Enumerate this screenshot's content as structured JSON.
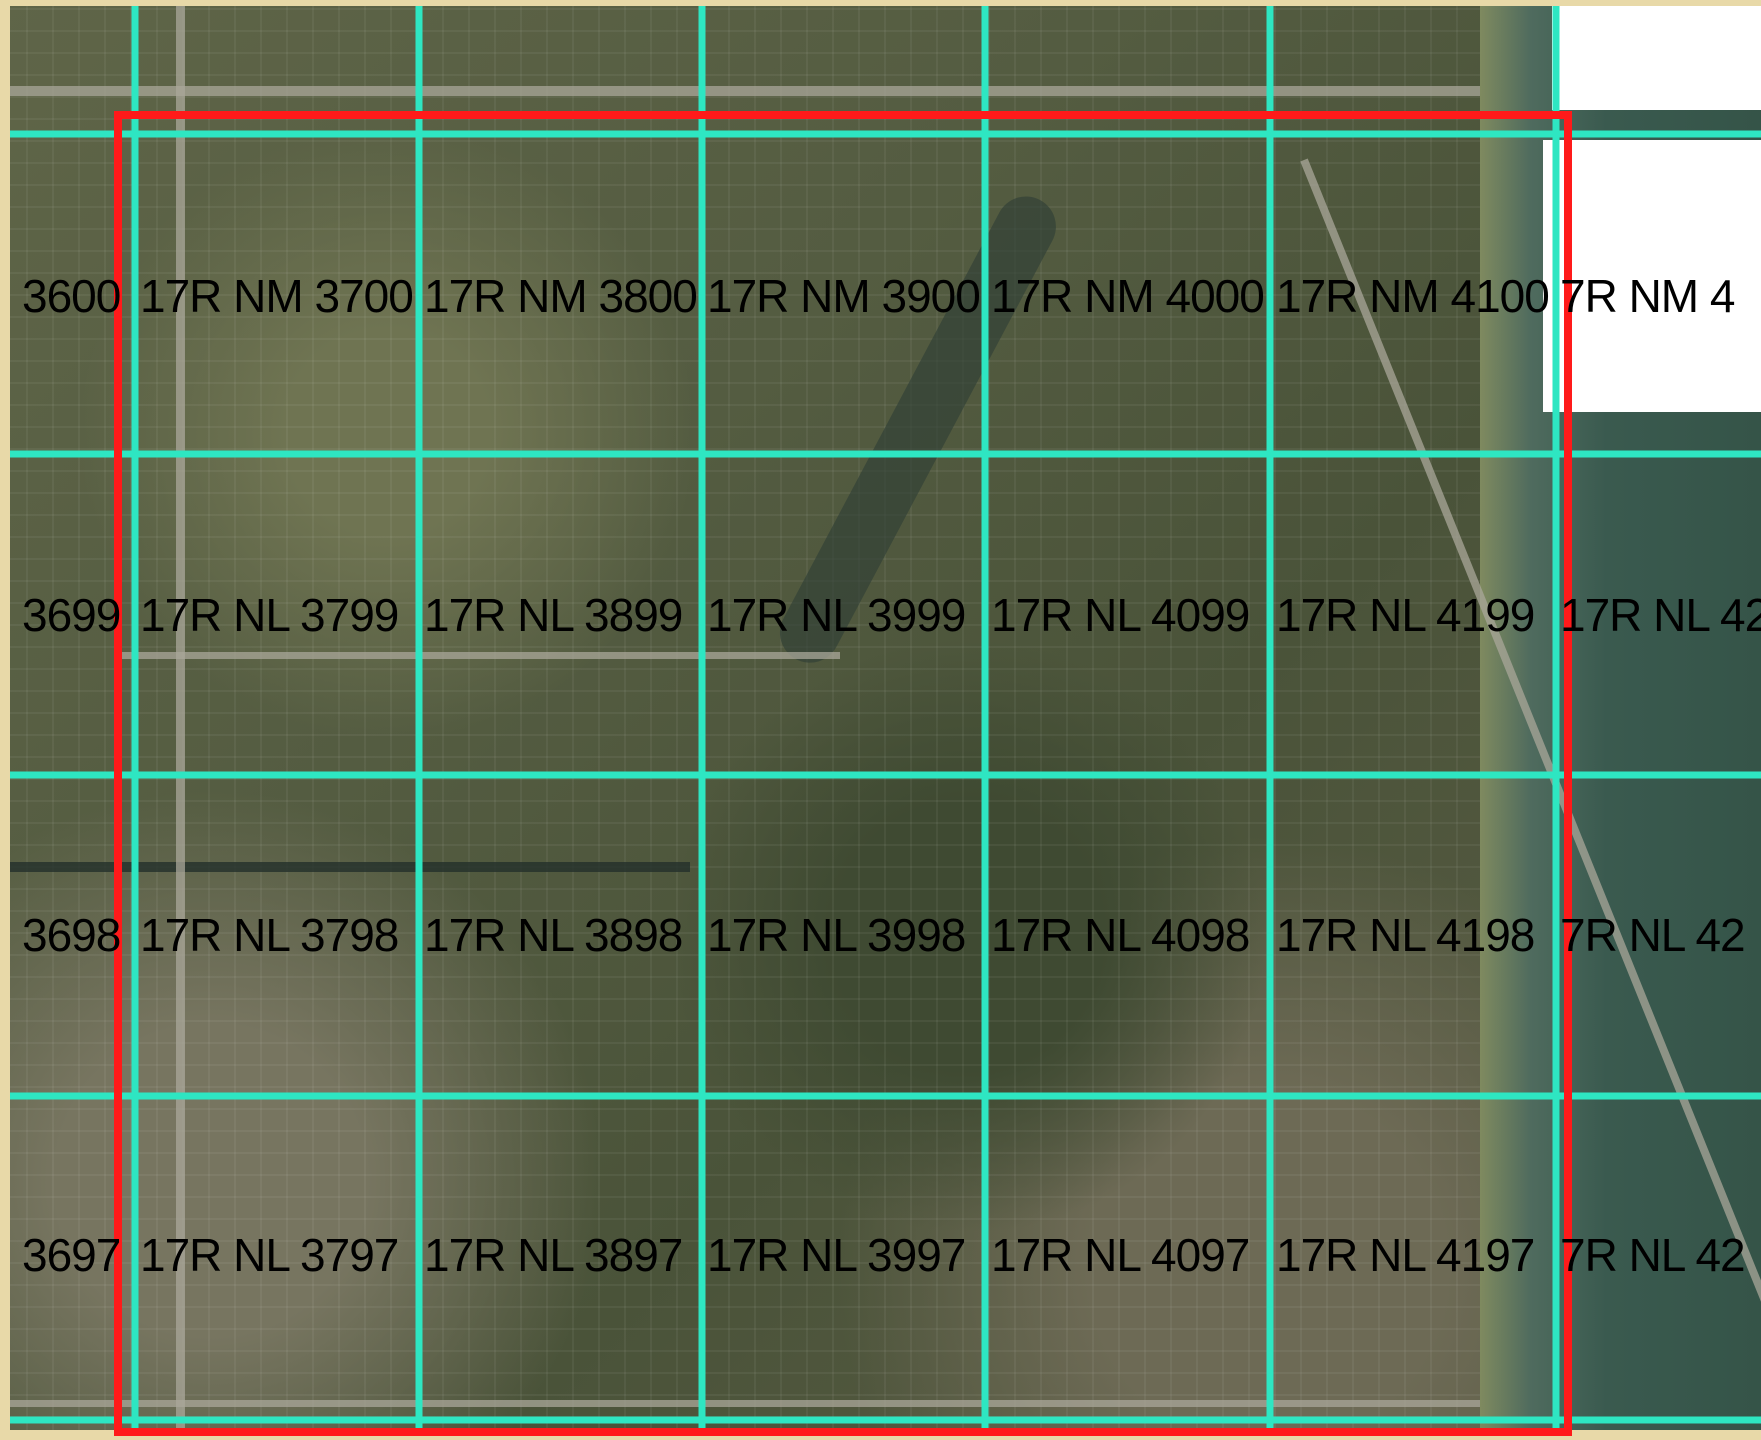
{
  "colors": {
    "grid_line": "#2ee6c2",
    "selection_border": "#ff1a1a",
    "label_text": "#000000",
    "water": "#3a5a4f",
    "frame": "#e8d9a8"
  },
  "tiles": [
    {
      "label": "3600",
      "row": 0,
      "col": 0
    },
    {
      "label": "17R NM 3700",
      "row": 0,
      "col": 1
    },
    {
      "label": "17R NM 3800",
      "row": 0,
      "col": 2
    },
    {
      "label": "17R NM 3900",
      "row": 0,
      "col": 3
    },
    {
      "label": "17R NM 4000",
      "row": 0,
      "col": 4
    },
    {
      "label": "17R NM 4100",
      "row": 0,
      "col": 5
    },
    {
      "label": "7R NM 4",
      "row": 0,
      "col": 6
    },
    {
      "label": "3699",
      "row": 1,
      "col": 0
    },
    {
      "label": "17R NL 3799",
      "row": 1,
      "col": 1
    },
    {
      "label": "17R NL 3899",
      "row": 1,
      "col": 2
    },
    {
      "label": "17R NL 3999",
      "row": 1,
      "col": 3
    },
    {
      "label": "17R NL 4099",
      "row": 1,
      "col": 4
    },
    {
      "label": "17R NL 4199",
      "row": 1,
      "col": 5
    },
    {
      "label": "17R NL 42",
      "row": 1,
      "col": 6
    },
    {
      "label": "3698",
      "row": 2,
      "col": 0
    },
    {
      "label": "17R NL 3798",
      "row": 2,
      "col": 1
    },
    {
      "label": "17R NL 3898",
      "row": 2,
      "col": 2
    },
    {
      "label": "17R NL 3998",
      "row": 2,
      "col": 3
    },
    {
      "label": "17R NL 4098",
      "row": 2,
      "col": 4
    },
    {
      "label": "17R NL 4198",
      "row": 2,
      "col": 5
    },
    {
      "label": "7R NL 42",
      "row": 2,
      "col": 6
    },
    {
      "label": "3697",
      "row": 3,
      "col": 0
    },
    {
      "label": "17R NL 3797",
      "row": 3,
      "col": 1
    },
    {
      "label": "17R NL 3897",
      "row": 3,
      "col": 2
    },
    {
      "label": "17R NL 3997",
      "row": 3,
      "col": 3
    },
    {
      "label": "17R NL 4097",
      "row": 3,
      "col": 4
    },
    {
      "label": "17R NL 4197",
      "row": 3,
      "col": 5
    },
    {
      "label": "7R NL 42",
      "row": 3,
      "col": 6
    }
  ]
}
